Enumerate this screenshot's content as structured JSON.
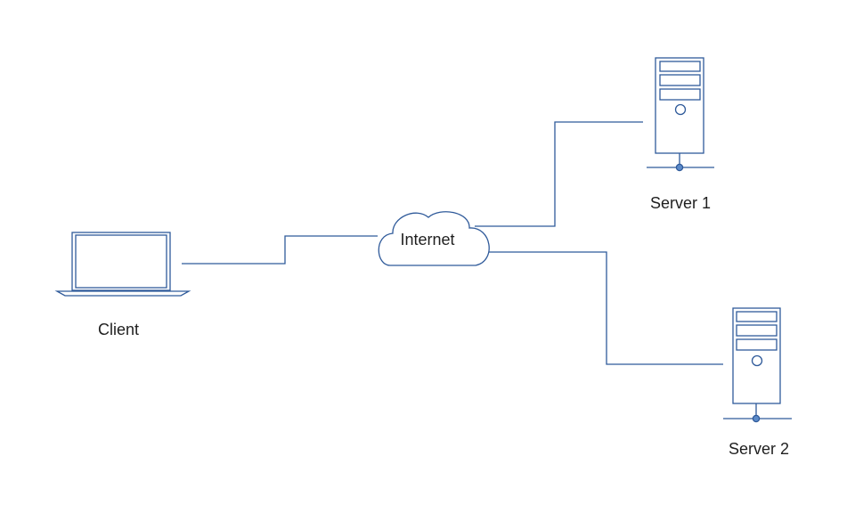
{
  "diagram": {
    "colors": {
      "stroke": "#2f5a9a",
      "fill": "#ffffff",
      "label": "#1f1f1f"
    },
    "nodes": [
      {
        "id": "client",
        "icon": "laptop-icon",
        "label": "Client"
      },
      {
        "id": "internet",
        "icon": "cloud-icon",
        "label": "Internet"
      },
      {
        "id": "server1",
        "icon": "server-icon",
        "label": "Server 1"
      },
      {
        "id": "server2",
        "icon": "server-icon",
        "label": "Server 2"
      }
    ],
    "edges": [
      {
        "from": "client",
        "to": "internet"
      },
      {
        "from": "internet",
        "to": "server1"
      },
      {
        "from": "internet",
        "to": "server2"
      }
    ]
  }
}
